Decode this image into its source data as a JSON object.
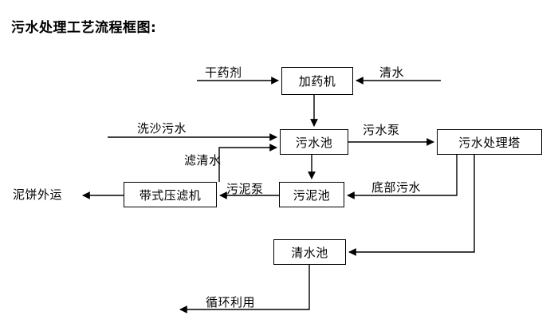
{
  "diagram": {
    "title": "污水处理工艺流程框图:",
    "nodes": [
      {
        "id": "dosing_machine",
        "label": "加药机"
      },
      {
        "id": "wastewater_pool",
        "label": "污水池"
      },
      {
        "id": "treatment_tower",
        "label": "污水处理塔"
      },
      {
        "id": "sludge_pool",
        "label": "污泥池"
      },
      {
        "id": "belt_filter_press",
        "label": "带式压滤机"
      },
      {
        "id": "clear_water_pool",
        "label": "清水池"
      }
    ],
    "terminals": [
      {
        "id": "dry_chemical",
        "label": "干药剂"
      },
      {
        "id": "clean_water",
        "label": "清水"
      },
      {
        "id": "sand_wash_wastewater",
        "label": "洗沙污水"
      },
      {
        "id": "mud_cake_out",
        "label": "泥饼外运"
      }
    ],
    "edge_labels": [
      {
        "id": "filtered_water",
        "label": "滤清水"
      },
      {
        "id": "wastewater_pump",
        "label": "污水泵"
      },
      {
        "id": "sludge_pump",
        "label": "污泥泵"
      },
      {
        "id": "bottom_wastewater",
        "label": "底部污水"
      },
      {
        "id": "recycle_use",
        "label": "循环利用"
      }
    ],
    "colors": {
      "line": "#000000",
      "text": "#000000",
      "background": "#ffffff"
    }
  }
}
